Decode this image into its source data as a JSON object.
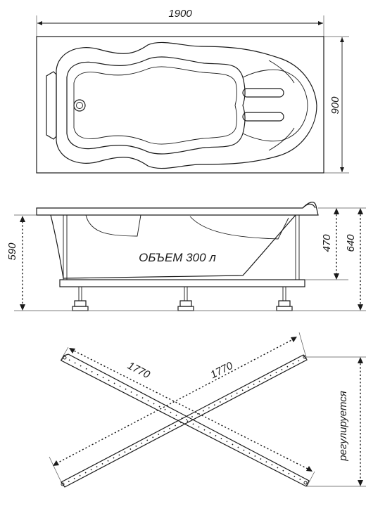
{
  "top_view": {
    "length_label": "1900",
    "width_label": "900"
  },
  "side_view": {
    "total_height_label": "590",
    "rim_height_label": "470",
    "frame_height_label": "640",
    "volume_label": "ОБЪЕМ 300 л"
  },
  "frame_view": {
    "diag_left_label": "1770",
    "diag_right_label": "1770",
    "adjustable_label": "регулируется"
  }
}
